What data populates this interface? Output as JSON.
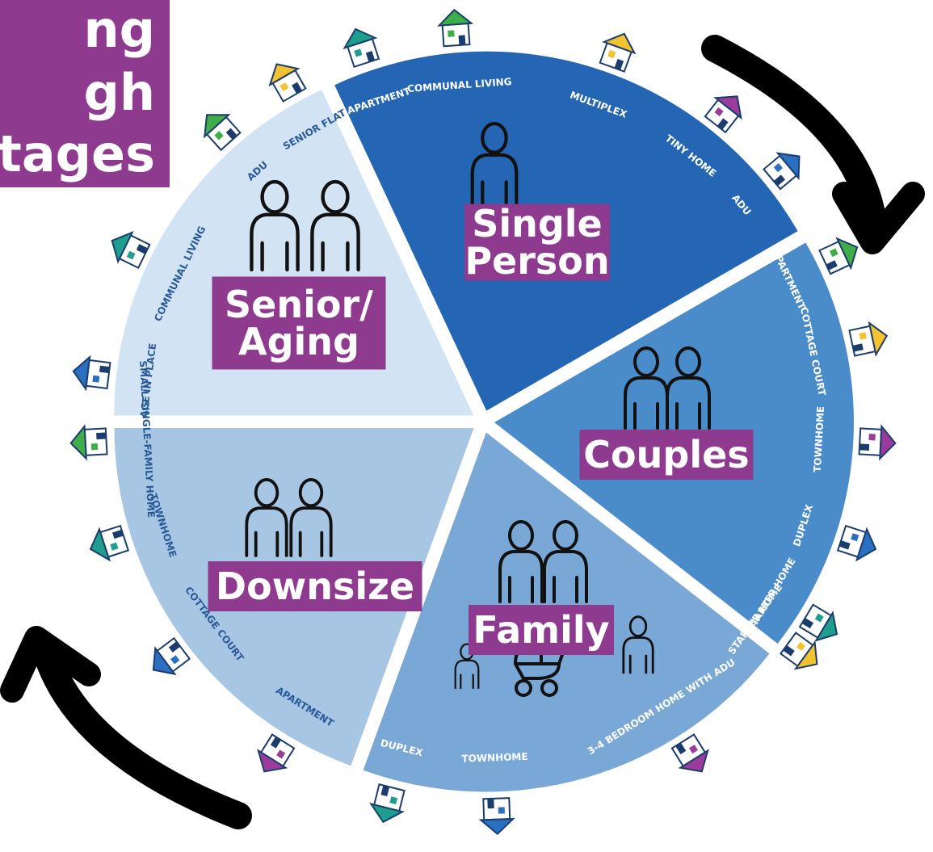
{
  "title": {
    "lines": [
      "ng",
      "gh",
      "tages"
    ]
  },
  "colors": {
    "title_bg": "#8e3a8e",
    "label_bg": "#8e3a8e",
    "arrow": "#000000"
  },
  "stages": [
    {
      "id": "single-person",
      "label_lines": [
        "Single",
        "Person"
      ],
      "color": "#2466b3",
      "text_color": "#ffffff",
      "housing": [
        "APARTMENT",
        "COMMUNAL LIVING",
        "MULTIPLEX",
        "TINY HOME",
        "ADU"
      ]
    },
    {
      "id": "couples",
      "label_lines": [
        "Couples"
      ],
      "color": "#4a8bc9",
      "text_color": "#ffffff",
      "housing": [
        "APARTMENT",
        "COTTAGE COURT",
        "TOWNHOME",
        "DUPLEX",
        "STARTER HOME"
      ]
    },
    {
      "id": "family",
      "label_lines": [
        "Family"
      ],
      "color": "#79a7d6",
      "text_color": "#ffffff",
      "housing": [
        "STARTER HOME",
        "3-4 BEDROOM HOME WITH ADU",
        "TOWNHOME",
        "DUPLEX"
      ]
    },
    {
      "id": "downsize",
      "label_lines": [
        "Downsize"
      ],
      "color": "#a6c6e4",
      "text_color": "#2a5a96",
      "housing": [
        "APARTMENT",
        "COTTAGE COURT",
        "TOWNHOME",
        "SMALL SINGLE-FAMILY HOME"
      ]
    },
    {
      "id": "senior-aging",
      "label_lines": [
        "Senior/",
        "Aging"
      ],
      "color": "#d2e3f3",
      "text_color": "#2a5a96",
      "housing": [
        "AGE IN PLACE",
        "COMMUNAL LIVING",
        "ADU",
        "SENIOR FLAT"
      ]
    }
  ]
}
